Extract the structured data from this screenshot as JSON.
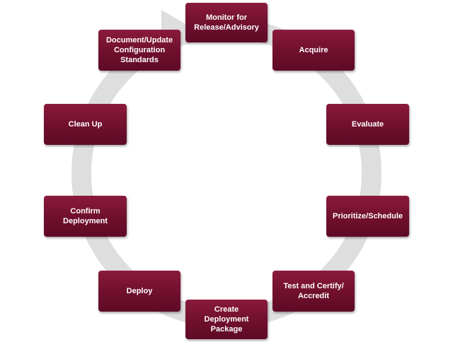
{
  "diagram": {
    "type": "cycle",
    "accent_color": "#701030",
    "ring_color": "#dcdcdc",
    "steps": [
      {
        "label": "Monitor for\nRelease/Advisory"
      },
      {
        "label": "Acquire"
      },
      {
        "label": "Evaluate"
      },
      {
        "label": "Prioritize/Schedule"
      },
      {
        "label": "Test and Certify/\nAccredit"
      },
      {
        "label": "Create\nDeployment\nPackage"
      },
      {
        "label": "Deploy"
      },
      {
        "label": "Confirm\nDeployment"
      },
      {
        "label": "Clean Up"
      },
      {
        "label": "Document/Update\nConfiguration\nStandards"
      }
    ]
  }
}
